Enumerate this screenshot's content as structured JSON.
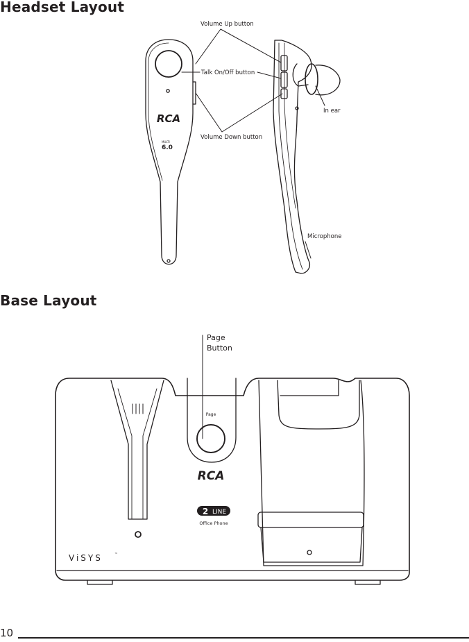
{
  "headset_section": {
    "title": "Headset Layout",
    "labels": {
      "volume_up": "Volume Up button",
      "talk": "Talk On/Off button",
      "volume_down": "Volume Down button",
      "in_ear": "In ear",
      "microphone": "Microphone"
    },
    "brand_logo": "RCA",
    "model_small": "MULTI",
    "model_big": "6.0"
  },
  "base_section": {
    "title": "Base Layout",
    "labels": {
      "page_line1": "Page",
      "page_line2": "Button"
    },
    "page_key_text": "Page",
    "brand_logo": "RCA",
    "line_badge_num": "2",
    "line_badge_word": "LINE",
    "office_phone": "Office Phone",
    "visys": "ViSYS",
    "tm": "™"
  },
  "footer": {
    "page_number": "10"
  },
  "colors": {
    "ink": "#231f20",
    "background": "#ffffff"
  }
}
